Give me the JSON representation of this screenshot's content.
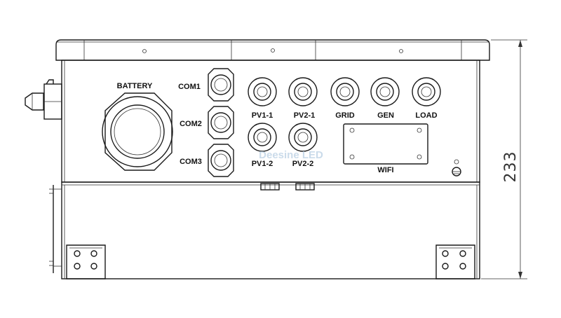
{
  "ports": {
    "battery": "BATTERY",
    "com1": "COM1",
    "com2": "COM2",
    "com3": "COM3",
    "pv1_1": "PV1-1",
    "pv2_1": "PV2-1",
    "grid": "GRID",
    "gen": "GEN",
    "load": "LOAD",
    "pv1_2": "PV1-2",
    "pv2_2": "PV2-2",
    "wifi": "WIFI"
  },
  "dimension": {
    "height_value": "233"
  },
  "watermark": {
    "text": "Deesine LED"
  },
  "colors": {
    "line": "#1a1a1a",
    "watermark": "#b9cfe3"
  }
}
